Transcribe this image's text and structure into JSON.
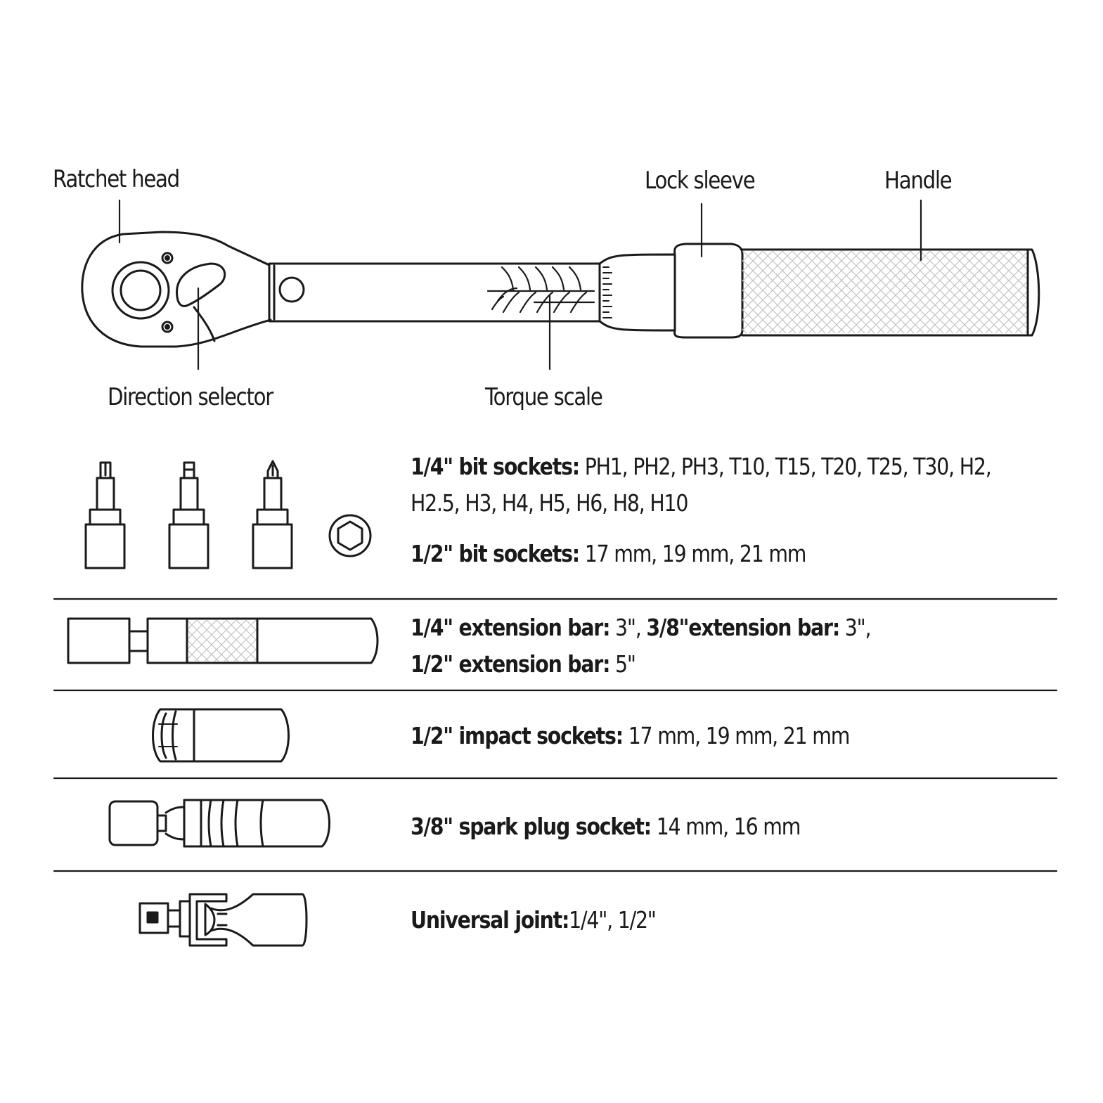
{
  "labels": {
    "ratchet_head": "Ratchet head",
    "direction_selector": "Direction selector",
    "torque_scale": "Torque scale",
    "lock_sleeve": "Lock sleeve",
    "handle": "Handle"
  },
  "items": [
    {
      "lines": [
        {
          "name": "1/4\" bit sockets:",
          "value": " PH1, PH2, PH3, T10, T15, T20, T25, T30, H2,"
        },
        {
          "name": "",
          "value": "H2.5, H3, H4, H5, H6, H8, H10"
        },
        {
          "name": "1/2\" bit sockets:",
          "value": " 17 mm, 19 mm, 21 mm"
        }
      ]
    },
    {
      "lines": [
        {
          "name": "1/4\" extension bar:",
          "value": " 3\", ",
          "name2": "3/8\"extension bar:",
          "value2": " 3\","
        },
        {
          "name": "1/2\" extension bar:",
          "value": "  5\""
        }
      ]
    },
    {
      "lines": [
        {
          "name": "1/2\" impact sockets:",
          "value": " 17 mm, 19 mm, 21 mm"
        }
      ]
    },
    {
      "lines": [
        {
          "name": "3/8\" spark plug socket:",
          "value": " 14 mm, 16 mm"
        }
      ]
    },
    {
      "lines": [
        {
          "name": "Universal joint:",
          "value": "1/4\", 1/2\""
        }
      ]
    }
  ]
}
